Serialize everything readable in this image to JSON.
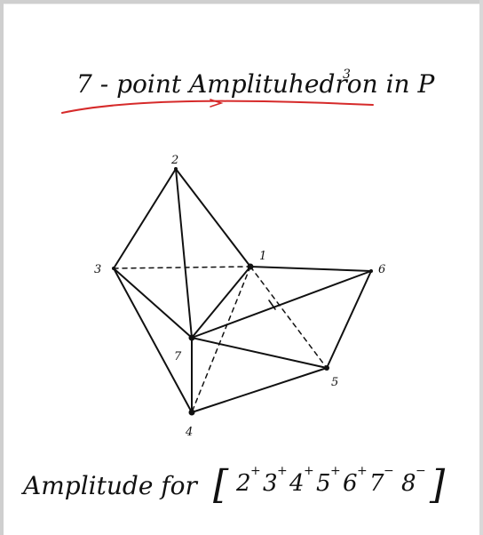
{
  "title": "7 - point Amplituhedron in P",
  "title_exponent": "3",
  "vertex_labels": {
    "v1": "1",
    "v2": "2",
    "v3": "3",
    "v4": "4",
    "v5": "5",
    "v6": "6",
    "v7": "7"
  },
  "formula": {
    "prefix": "Amplitude for",
    "open_bracket": "[",
    "close_bracket": "]",
    "terms": [
      {
        "base": "2",
        "sign": "+"
      },
      {
        "base": "3",
        "sign": "+"
      },
      {
        "base": "4",
        "sign": "+"
      },
      {
        "base": "5",
        "sign": "+"
      },
      {
        "base": "6",
        "sign": "+"
      },
      {
        "base": "7",
        "sign": "−"
      },
      {
        "base": "8",
        "sign": "−"
      }
    ]
  },
  "colors": {
    "ink": "#111111",
    "underline": "#d62a2a"
  }
}
